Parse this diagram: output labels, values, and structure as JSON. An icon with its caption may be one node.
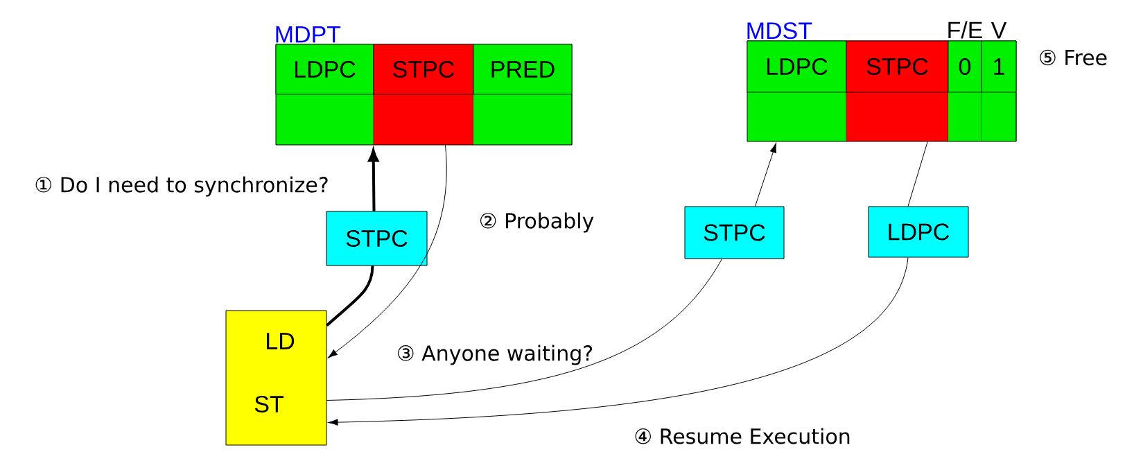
{
  "diagram": {
    "nodes": [
      {
        "text": [
          "MDPT"
        ]
      },
      {
        "text": [
          "LDPC"
        ],
        "in": 0
      },
      {
        "text": [
          "STPC"
        ],
        "in": 0
      },
      {
        "text": [
          "PRED"
        ],
        "in": 0
      },
      {
        "text": [
          "MDST"
        ]
      },
      {
        "text": [
          "LDPC"
        ],
        "in": 4
      },
      {
        "text": [
          "STPC"
        ],
        "in": 4
      },
      {
        "text": [
          "0"
        ],
        "in": 4,
        "beside": [
          "F/E"
        ]
      },
      {
        "text": [
          "1"
        ],
        "in": 4,
        "beside": [
          "V"
        ]
      },
      {
        "text": [
          "STPC"
        ]
      },
      {
        "text": [
          "STPC"
        ]
      },
      {
        "text": [
          "LDPC"
        ]
      },
      {
        "text": [
          "LD",
          "ST"
        ]
      }
    ],
    "edges": [
      {
        "from": 12,
        "to": 9,
        "arrow": "none",
        "style": "thick"
      },
      {
        "from": 9,
        "to": 0,
        "arrow": "to",
        "style": "thick"
      },
      {
        "from": 0,
        "to": 12,
        "arrow": "to"
      },
      {
        "from": 12,
        "to": 10,
        "arrow": "none"
      },
      {
        "from": 10,
        "to": 4,
        "arrow": "to"
      },
      {
        "from": 4,
        "to": 11,
        "arrow": "none"
      },
      {
        "from": 11,
        "to": 12,
        "arrow": "to"
      }
    ],
    "labels": [
      "⑤ Free",
      "① Do I need to synchronize?",
      "② Probably",
      "③ Anyone waiting?",
      "④ Resume Execution"
    ]
  }
}
